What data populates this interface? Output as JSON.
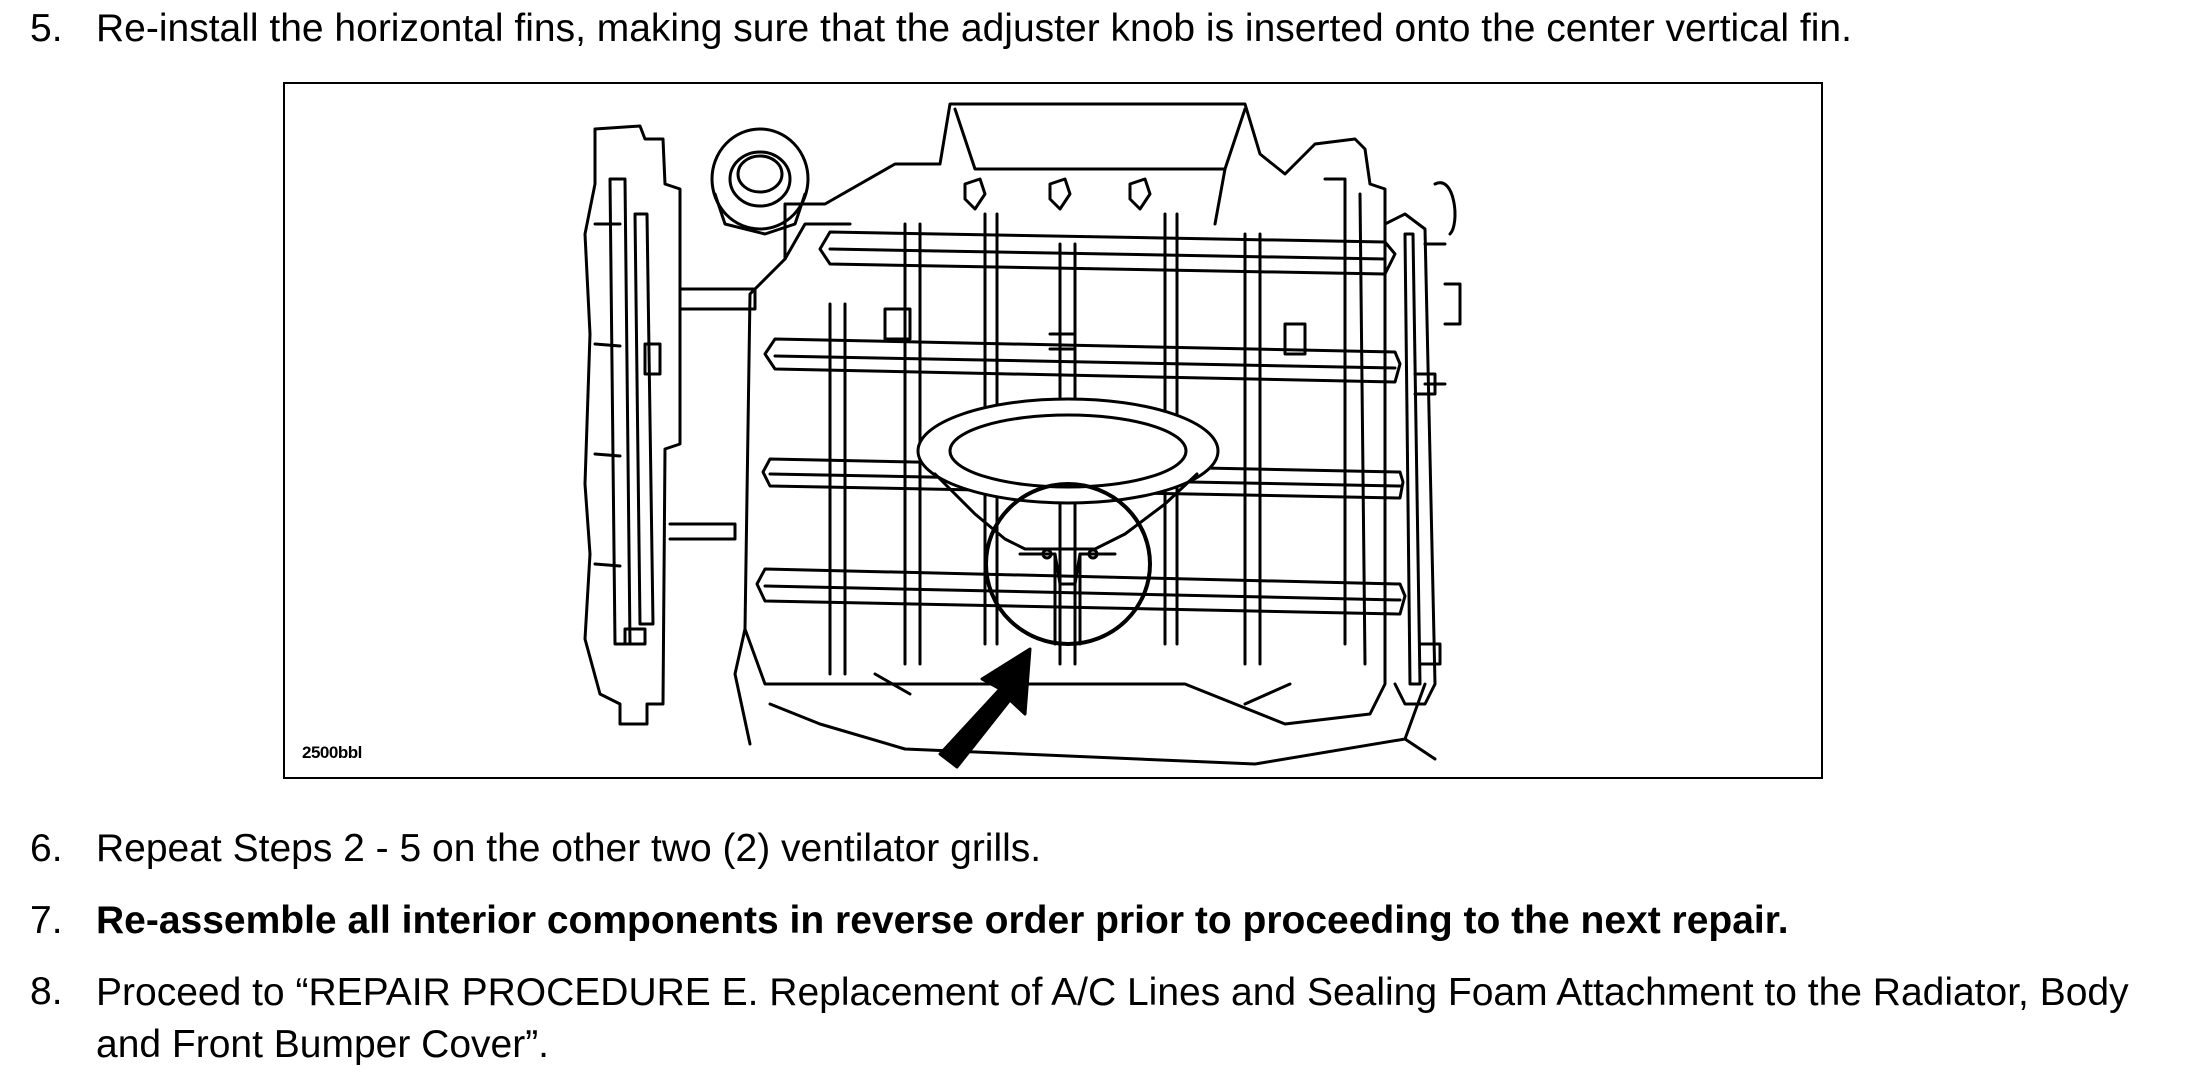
{
  "steps": [
    {
      "number": "5.",
      "text": "Re-install the horizontal fins, making sure that the adjuster knob is inserted onto the center vertical fin.",
      "bold": false
    },
    {
      "number": "6.",
      "text": "Repeat Steps 2 - 5 on the other two (2) ventilator grills.",
      "bold": false
    },
    {
      "number": "7.",
      "text": "Re-assemble all interior components in reverse order prior to proceeding to the next repair.",
      "bold": true
    },
    {
      "number": "8.",
      "text": "Proceed to “REPAIR PROCEDURE E. Replacement of A/C Lines and Sealing Foam Attachment to the Radiator, Body and Front Bumper Cover”.",
      "bold": false
    }
  ],
  "figure": {
    "id_label": "2500bbl",
    "subject": "ventilator grill with horizontal fins and adjuster knob on center vertical fin",
    "callout": "circle highlighting adjuster knob with pointing arrow"
  }
}
